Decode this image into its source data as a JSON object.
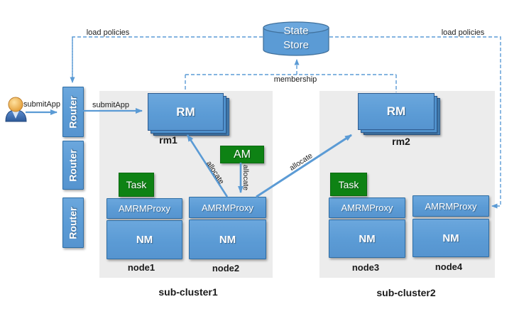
{
  "colors": {
    "component_blue": "#5b9bd5",
    "component_border": "#2e6da4",
    "arrow_blue": "#5b9bd5",
    "task_green": "#0e8214",
    "panel_gray": "#ececec",
    "text_black": "#1a1a1a"
  },
  "user_flow": {
    "submit_left": "submitApp",
    "submit_right": "submitApp"
  },
  "routers": {
    "labels": [
      "Router",
      "Router",
      "Router"
    ]
  },
  "state_store": {
    "line1": "State",
    "line2": "Store"
  },
  "edges": {
    "load_policies_left": "load policies",
    "load_policies_right": "load policies",
    "membership": "membership",
    "allocate_to_rm1": "allocate",
    "allocate_from_am": "allocate",
    "allocate_to_rm2": "allocate"
  },
  "am": {
    "label": "AM"
  },
  "clusters": [
    {
      "name": "sub-cluster1",
      "rm_label": "RM",
      "rm_id": "rm1",
      "nodes": [
        {
          "name": "node1",
          "task": "Task",
          "proxy": "AMRMProxy",
          "nm": "NM"
        },
        {
          "name": "node2",
          "proxy": "AMRMProxy",
          "nm": "NM"
        }
      ]
    },
    {
      "name": "sub-cluster2",
      "rm_label": "RM",
      "rm_id": "rm2",
      "nodes": [
        {
          "name": "node3",
          "task": "Task",
          "proxy": "AMRMProxy",
          "nm": "NM"
        },
        {
          "name": "node4",
          "proxy": "AMRMProxy",
          "nm": "NM"
        }
      ]
    }
  ]
}
